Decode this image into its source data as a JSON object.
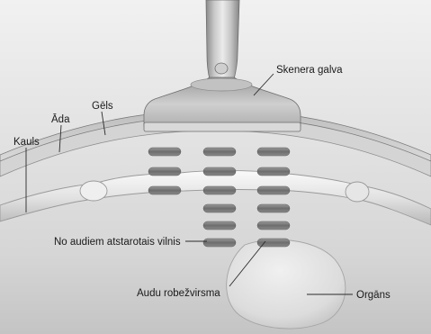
{
  "labels": {
    "probe_head": "Skenera galva",
    "gel": "Gēls",
    "skin": "Āda",
    "bone": "Kauls",
    "reflected_wave": "No audiem atstarotais vilnis",
    "tissue_boundary": "Audu robežvirsma",
    "organ": "Orgāns"
  },
  "colors": {
    "background_top": "#e9e9e9",
    "background_bottom": "#c9c9c9",
    "probe_light": "#e4e4e4",
    "probe_dark": "#8f8f8f",
    "bone_light": "#f2f2f2",
    "bone_dark": "#bdbdbd",
    "wave": "#7a7a7a",
    "organ": "#e2e2e2"
  }
}
